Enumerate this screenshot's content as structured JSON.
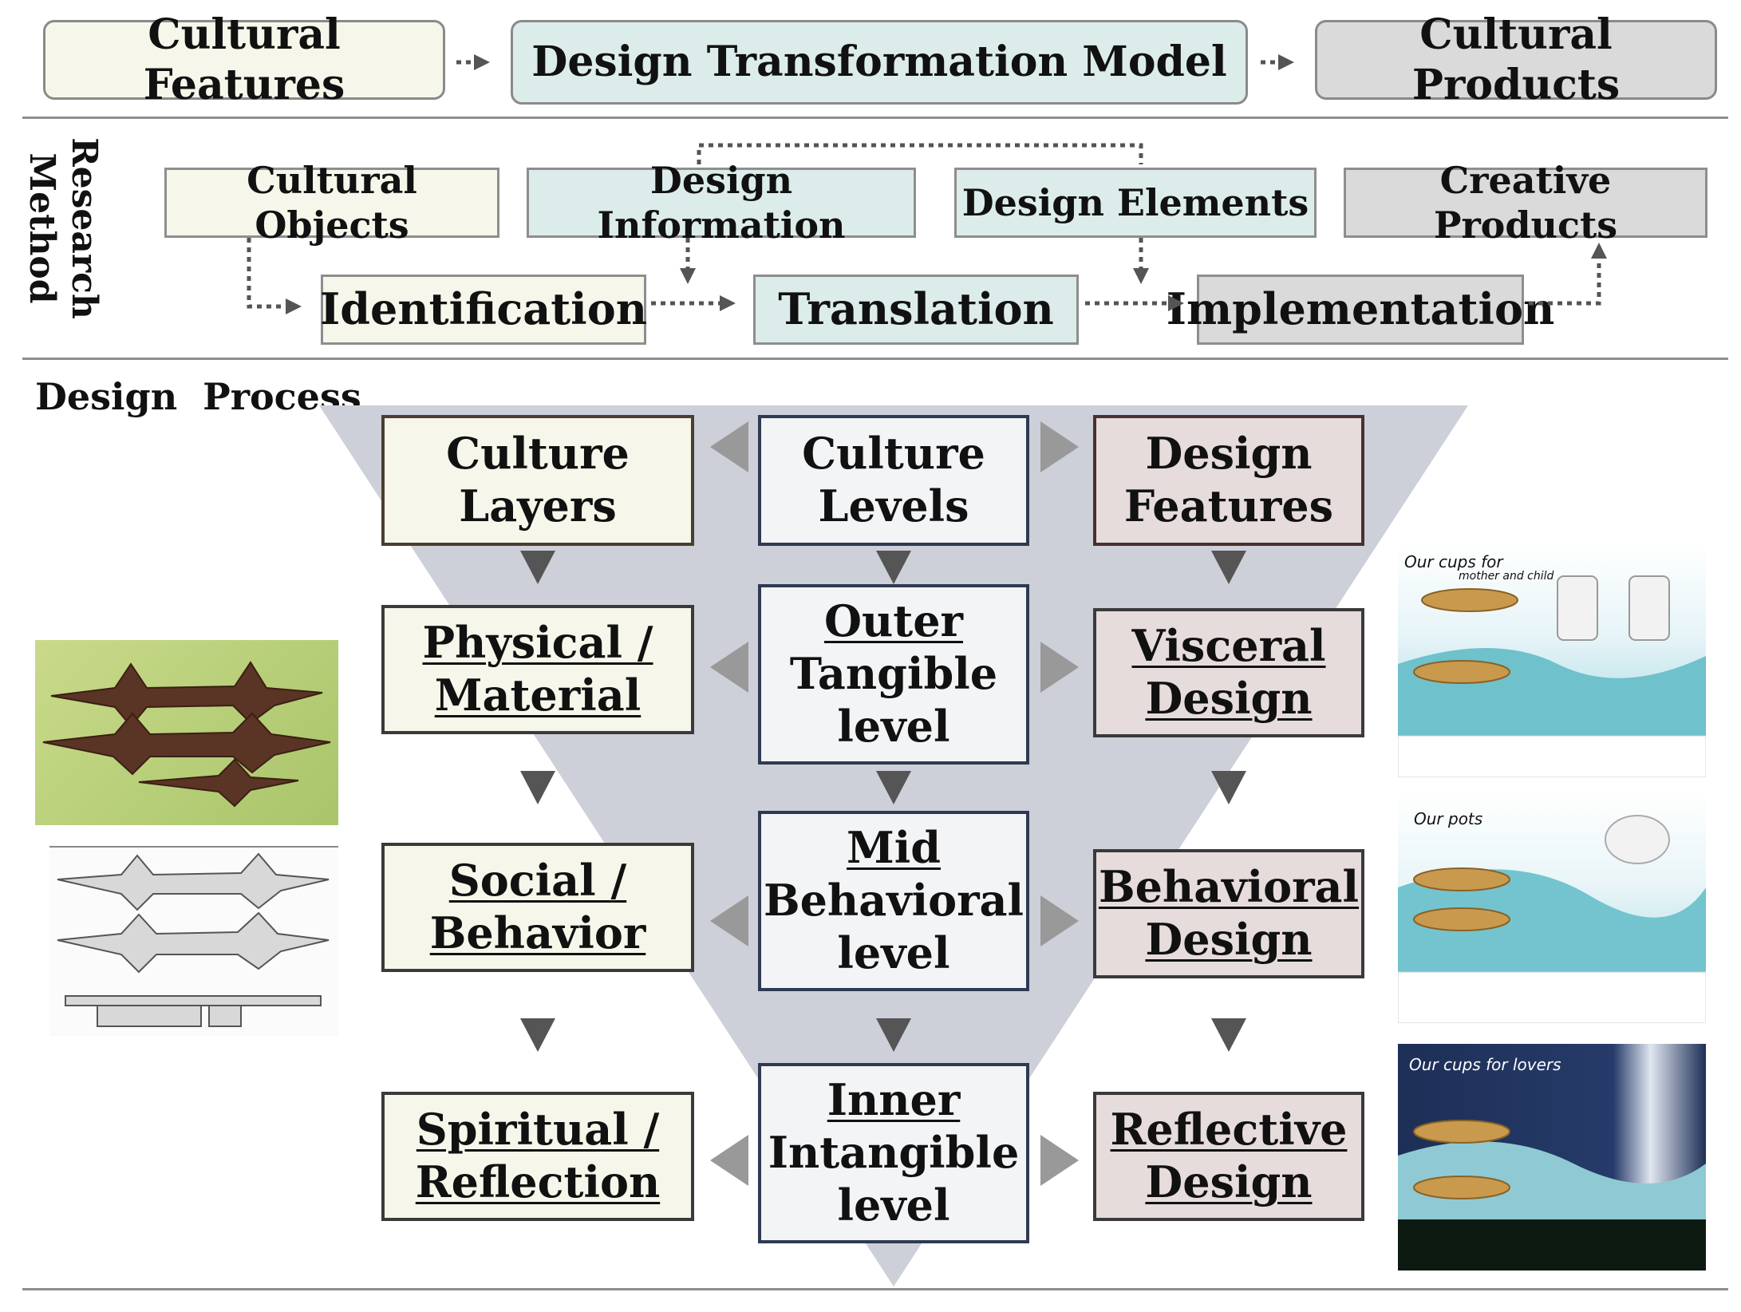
{
  "top_row": {
    "cultural_features": "Cultural Features",
    "design_transformation_model": "Design Transformation Model",
    "cultural_products": "Cultural Products"
  },
  "research_method": {
    "side_label": [
      "Research",
      "Method"
    ],
    "cultural_objects": "Cultural Objects",
    "design_information": "Design Information",
    "design_elements": "Design Elements",
    "creative_products": "Creative Products",
    "identification": "Identification",
    "translation": "Translation",
    "implementation": "Implementation"
  },
  "design_process": {
    "label": "Design  Process",
    "headers": {
      "culture_layers": [
        "Culture",
        "Layers"
      ],
      "culture_levels": [
        "Culture",
        "Levels"
      ],
      "design_features": [
        "Design",
        "Features"
      ]
    },
    "rows": [
      {
        "layer": [
          "Physical /",
          "Material"
        ],
        "level": [
          "Outer",
          "Tangible",
          "level"
        ],
        "design": [
          "Visceral",
          "Design"
        ]
      },
      {
        "layer": [
          "Social /",
          "Behavior"
        ],
        "level": [
          "Mid",
          "Behavioral",
          "level"
        ],
        "design": [
          "Behavioral",
          "Design"
        ]
      },
      {
        "layer": [
          "Spiritual /",
          "Reflection"
        ],
        "level": [
          "Inner",
          "Intangible",
          "level"
        ],
        "design": [
          "Reflective",
          "Design"
        ]
      }
    ]
  },
  "product_images": {
    "cups_mother_child": [
      "Our cups for",
      "mother and child"
    ],
    "pots": "Our pots",
    "cups_lovers": "Our cups for lovers"
  },
  "colors": {
    "cream": "#f6f7ea",
    "teal": "#dcecea",
    "grey": "#dadada",
    "rose": "#e6dcdc",
    "triangle": "#cdd0d9",
    "arrow": "#555555"
  }
}
